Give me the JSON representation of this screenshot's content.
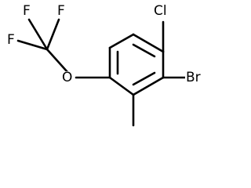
{
  "molecule": {
    "atoms": {
      "chlorine": "Cl",
      "bromine": "Br",
      "oxygen": "O",
      "fluorine_1": "F",
      "fluorine_2": "F",
      "fluorine_3": "F"
    },
    "colors": {
      "bond": "#000000",
      "text": "#000000",
      "background": "#ffffff"
    }
  }
}
